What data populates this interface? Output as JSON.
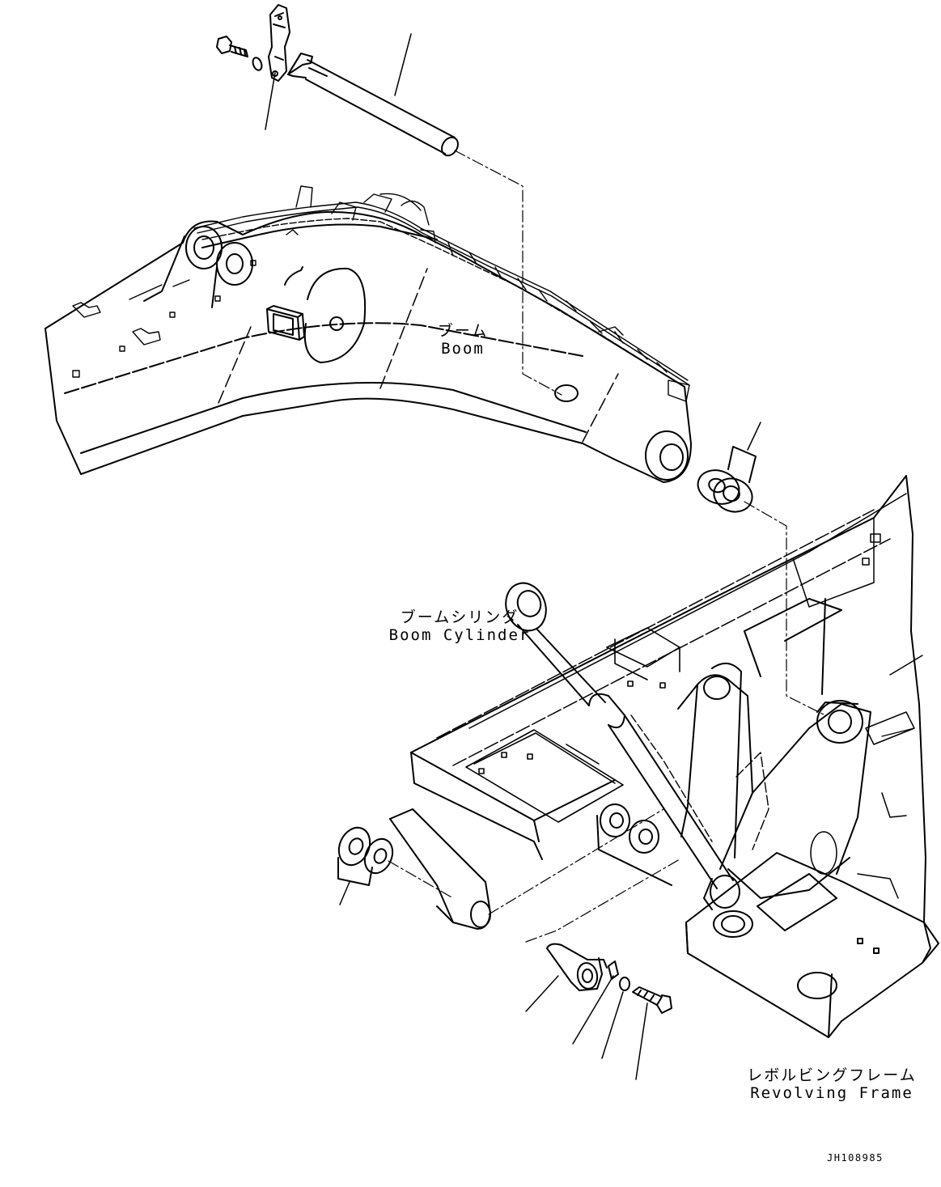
{
  "labels": {
    "boom_jp": "ブーム",
    "boom_en": "Boom",
    "boom_cylinder_jp": "ブームシリンダ",
    "boom_cylinder_en": "Boom Cylinder",
    "revolving_frame_jp": "レボルビングフレーム",
    "revolving_frame_en": "Revolving Frame"
  },
  "drawing_code": "JH108985"
}
